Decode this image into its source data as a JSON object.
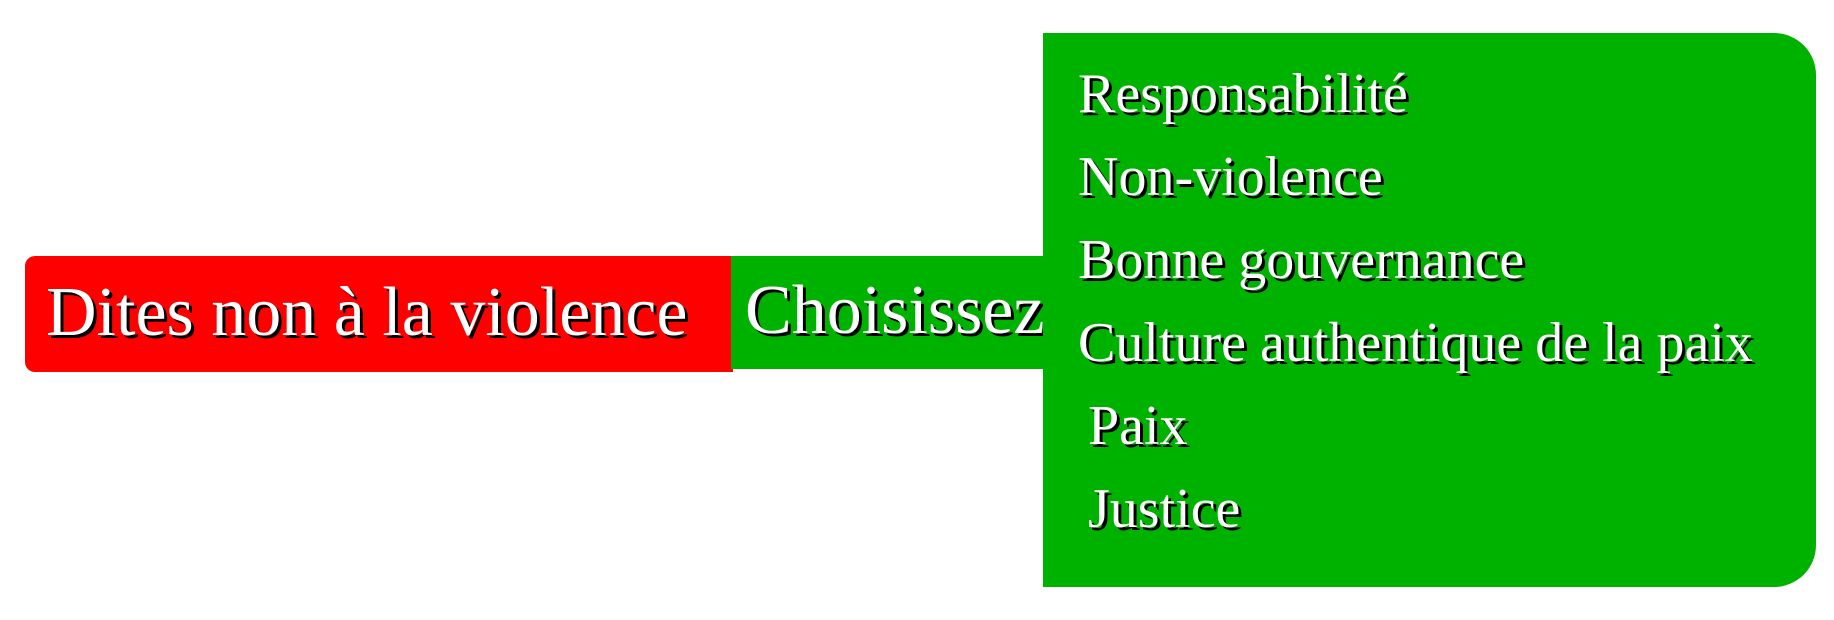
{
  "left_box": {
    "text": "Dites non à la violence",
    "color": "#ff0000"
  },
  "middle_box": {
    "text": "Choisissez",
    "color": "#00b200"
  },
  "choices_box": {
    "color": "#00b200",
    "items": [
      "Responsabilité",
      "Non-violence",
      "Bonne gouvernance",
      "Culture authentique de la paix",
      "Paix",
      "Justice"
    ]
  }
}
